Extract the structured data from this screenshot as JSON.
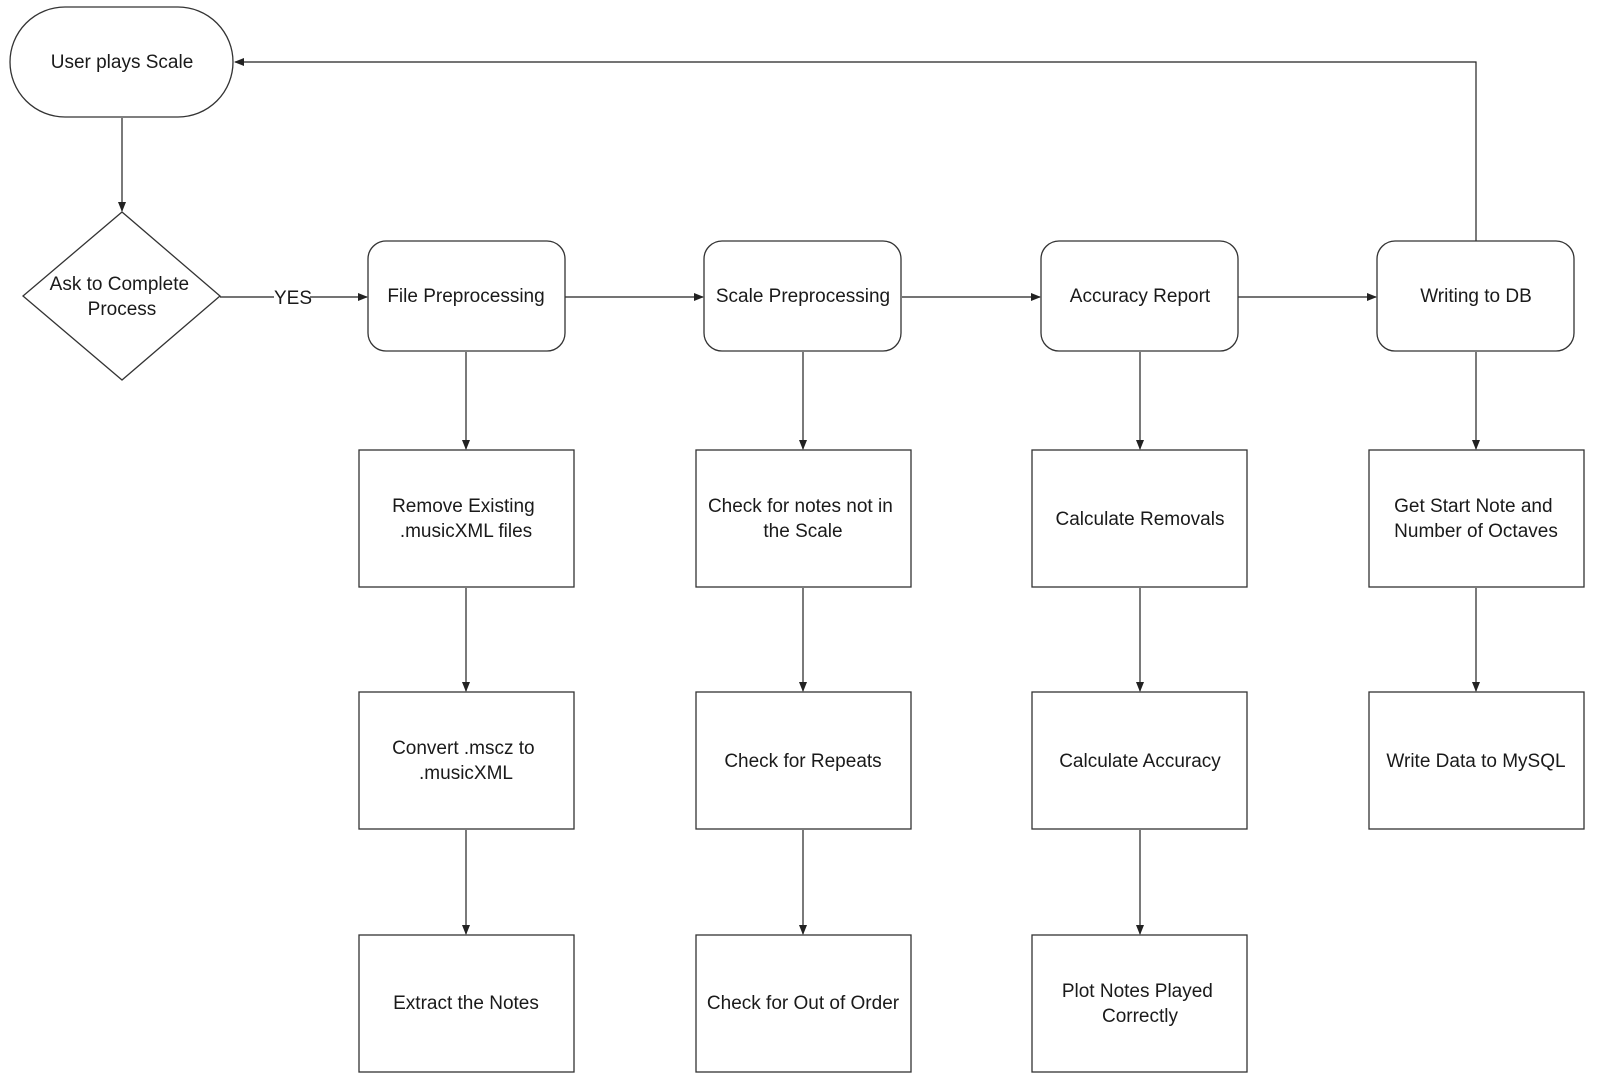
{
  "nodes": {
    "start": {
      "lines": [
        "User plays Scale"
      ],
      "shape": "terminator"
    },
    "decision": {
      "lines": [
        "Ask to Complete",
        "Process"
      ],
      "shape": "diamond"
    },
    "file_pre": {
      "lines": [
        "File Preprocessing"
      ],
      "shape": "rounded"
    },
    "scale_pre": {
      "lines": [
        "Scale Preprocessing"
      ],
      "shape": "rounded"
    },
    "accuracy": {
      "lines": [
        "Accuracy Report"
      ],
      "shape": "rounded"
    },
    "writing_db": {
      "lines": [
        "Writing to DB"
      ],
      "shape": "rounded"
    },
    "remove_files": {
      "lines": [
        "Remove Existing",
        ".musicXML files"
      ],
      "shape": "rect"
    },
    "convert": {
      "lines": [
        "Convert .mscz to",
        ".musicXML"
      ],
      "shape": "rect"
    },
    "extract": {
      "lines": [
        "Extract the Notes"
      ],
      "shape": "rect"
    },
    "check_notes": {
      "lines": [
        "Check for notes not in",
        "the Scale"
      ],
      "shape": "rect"
    },
    "check_repeats": {
      "lines": [
        "Check for Repeats"
      ],
      "shape": "rect"
    },
    "check_order": {
      "lines": [
        "Check for Out of Order"
      ],
      "shape": "rect"
    },
    "calc_removals": {
      "lines": [
        "Calculate Removals"
      ],
      "shape": "rect"
    },
    "calc_accuracy": {
      "lines": [
        "Calculate Accuracy"
      ],
      "shape": "rect"
    },
    "plot_notes": {
      "lines": [
        "Plot Notes Played",
        "Correctly"
      ],
      "shape": "rect"
    },
    "get_start": {
      "lines": [
        "Get Start Note and",
        "Number of Octaves"
      ],
      "shape": "rect"
    },
    "write_mysql": {
      "lines": [
        "Write Data to MySQL"
      ],
      "shape": "rect"
    }
  },
  "edges": [
    {
      "from": "start",
      "to": "decision"
    },
    {
      "from": "decision",
      "to": "file_pre",
      "label": "YES"
    },
    {
      "from": "file_pre",
      "to": "scale_pre"
    },
    {
      "from": "scale_pre",
      "to": "accuracy"
    },
    {
      "from": "accuracy",
      "to": "writing_db"
    },
    {
      "from": "writing_db",
      "to": "start"
    },
    {
      "from": "file_pre",
      "to": "remove_files"
    },
    {
      "from": "remove_files",
      "to": "convert"
    },
    {
      "from": "convert",
      "to": "extract"
    },
    {
      "from": "scale_pre",
      "to": "check_notes"
    },
    {
      "from": "check_notes",
      "to": "check_repeats"
    },
    {
      "from": "check_repeats",
      "to": "check_order"
    },
    {
      "from": "accuracy",
      "to": "calc_removals"
    },
    {
      "from": "calc_removals",
      "to": "calc_accuracy"
    },
    {
      "from": "calc_accuracy",
      "to": "plot_notes"
    },
    {
      "from": "writing_db",
      "to": "get_start"
    },
    {
      "from": "get_start",
      "to": "write_mysql"
    }
  ],
  "colors": {
    "stroke": "#333333",
    "fill": "#ffffff",
    "text": "#1a1a1a"
  }
}
